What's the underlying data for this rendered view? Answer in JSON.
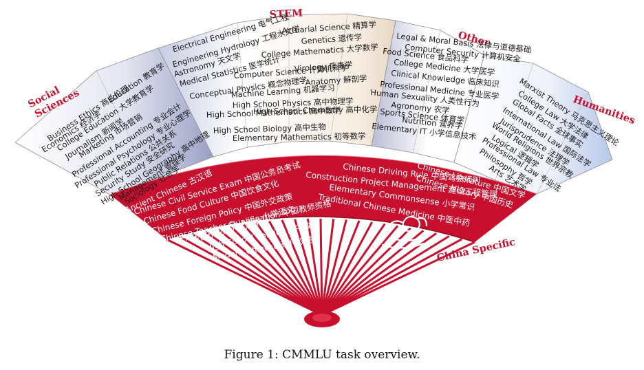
{
  "colors": {
    "red": "#c8102e",
    "dark_red": "#9e0f22"
  },
  "categories": {
    "social": [
      "Social",
      "Sciences"
    ],
    "stem": "STEM",
    "other": "Other",
    "humanities": "Humanities",
    "china": "China Specific"
  },
  "social_subjects": [
    "Business Ethics 商业伦理",
    "Economics 经济学",
    "Education 教育学",
    "College Education 大学教育学",
    "Journalism 新闻学",
    "Marketing 市场营销",
    "Professional Accounting 专业会计",
    "Professional Psychology 专业心理学",
    "Public Relations 公共关系",
    "Security Study 安全研究",
    "High School Geography 高中地理",
    "Management 管理学",
    "Sociology 社会学"
  ],
  "stem_subjects": [
    "Actuarial Science 精算学",
    "Electrical Engineering 电气工程",
    "Genetics 遗传学",
    "Engineering Hydrology 工程水文学",
    "College Mathematics 大学数学",
    "Astronomy 天文学",
    "Virology 病毒学",
    "Medical Statistics 医学统计",
    "Computer Science 计算机科学",
    "Anatomy 解剖学",
    "Conceptual Physics 概念物理学",
    "Machine Learning 机器学习",
    "High School Physics 高中物理学",
    "High School Mathematics 高中数学",
    "High School Chemistry 高中化学",
    "High School Biology 高中生物",
    "Elementary Mathematics 初等数学"
  ],
  "other_subjects": [
    "Legal & Moral Basis 法律与道德基础",
    "Computer Security 计算机安全",
    "Food Science 食品科学",
    "College Medicine 大学医学",
    "Clinical Knowledge 临床知识",
    "Professional Medicine 专业医学",
    "Human Sexuality 人类性行为",
    "Agronomy 农学",
    "Sports Science 体育学",
    "Nutrition 营养学",
    "Elementary IT 小学信息技术"
  ],
  "humanities_subjects": [
    "Marxist Theory 马克思主义理论",
    "College Law 大学法律",
    "Global Facts 全球事实",
    "International Law 国际法学",
    "Jurisprudence 法理学",
    "World Religions 世界宗教",
    "Logical 逻辑学",
    "Professional Law 专业法",
    "Philosophy 哲学",
    "Arts 艺术学"
  ],
  "china_left": [
    "Ancient Chinese 古汉语",
    "Chinese Civil Service Exam 中国公务员考试",
    "Chinese Food Culture 中国饮食文化",
    "Chinese Foreign Policy 中国外交政策",
    "Chinese Teacher Qualification 中国教师资格",
    "Elementary Chinese 小学语文",
    "Ethnology 民族学",
    "High School Politics 高中政治",
    "Modern Chinese 现代汉语"
  ],
  "china_right": [
    "Chinese Driving Rule 中国驾驶规则",
    "Chinese Literature 中国文学",
    "Construction Project Management 建设工程管理",
    "Chinese History 中国历史",
    "Elementary Commonsense 小学常识",
    "Traditional Chinese Medicine 中医中药"
  ],
  "caption": "Figure 1: CMMLU task overview."
}
